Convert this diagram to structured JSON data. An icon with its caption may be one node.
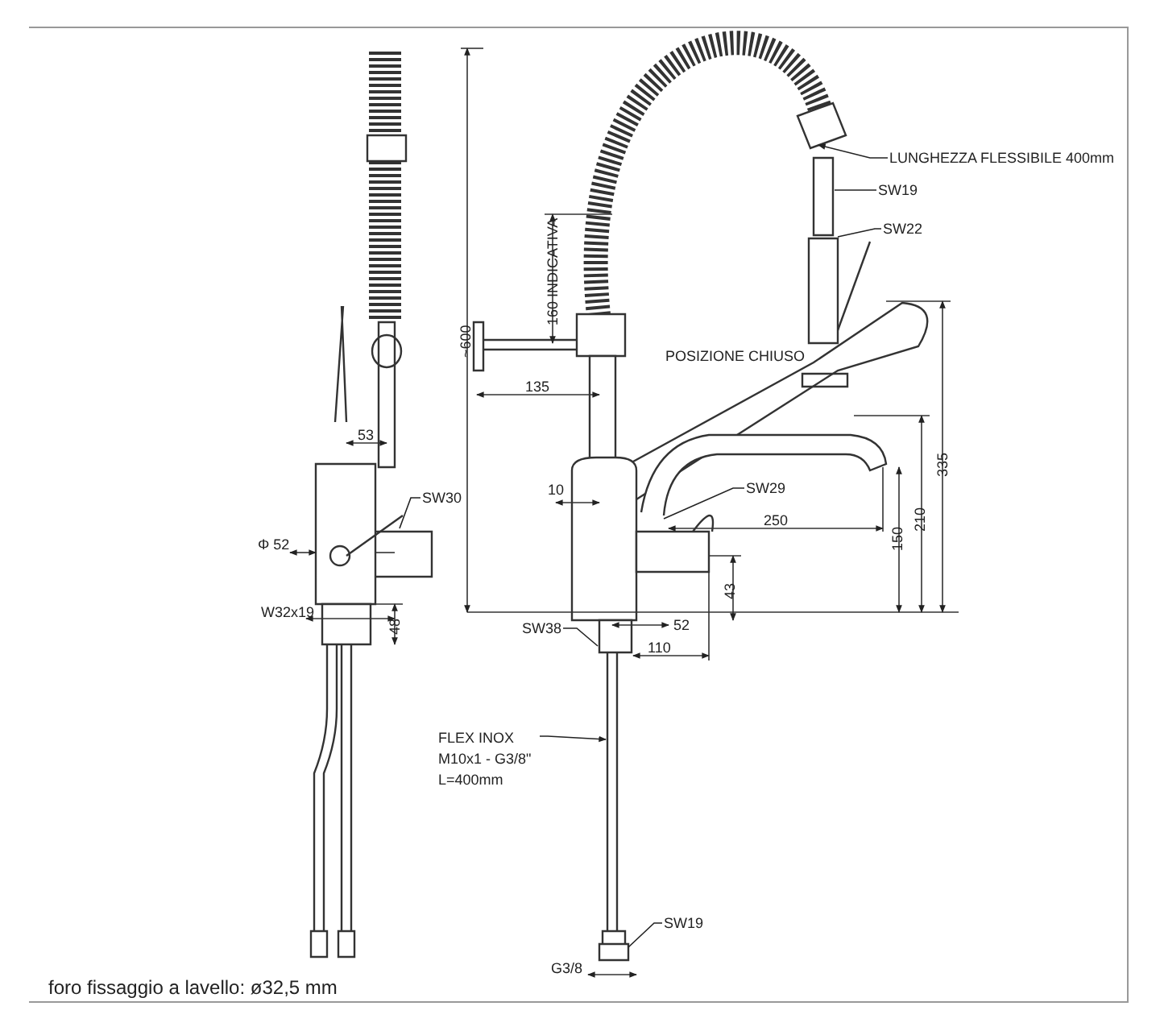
{
  "diagram": {
    "nodes": [
      {
        "text": [
          "SW30"
        ]
      },
      {
        "text": [
          "LUNGHEZZA FLESSIBILE 400mm"
        ]
      },
      {
        "text": [
          "SW19"
        ]
      },
      {
        "text": [
          "SW22"
        ]
      },
      {
        "text": [
          "SW29"
        ]
      },
      {
        "text": [
          "SW38"
        ]
      },
      {
        "text": [
          "FLEX INOX M10x1 - G3/8\" L=400mm"
        ]
      },
      {
        "text": [
          "SW19"
        ]
      }
    ],
    "edges": [
      {
        "from": 0,
        "to": null,
        "arrow": "none"
      },
      {
        "from": 1,
        "to": null,
        "arrow": "to"
      },
      {
        "from": 2,
        "to": null,
        "arrow": "none"
      },
      {
        "from": 3,
        "to": null,
        "arrow": "none"
      },
      {
        "from": 4,
        "to": null,
        "arrow": "none"
      },
      {
        "from": 5,
        "to": null,
        "arrow": "none"
      },
      {
        "from": 6,
        "to": null,
        "arrow": "to"
      },
      {
        "from": 7,
        "to": null,
        "arrow": "none"
      }
    ],
    "labels": [
      "160 INDICATIVA",
      "~600",
      "POSIZIONE CHIUSO",
      "135",
      "53",
      "335",
      "10",
      "210",
      "250",
      "150",
      "Φ 52",
      "43",
      "W32x19",
      "48",
      "52",
      "110",
      "G3/8",
      "foro fissaggio a lavello: ø32,5 mm"
    ]
  }
}
